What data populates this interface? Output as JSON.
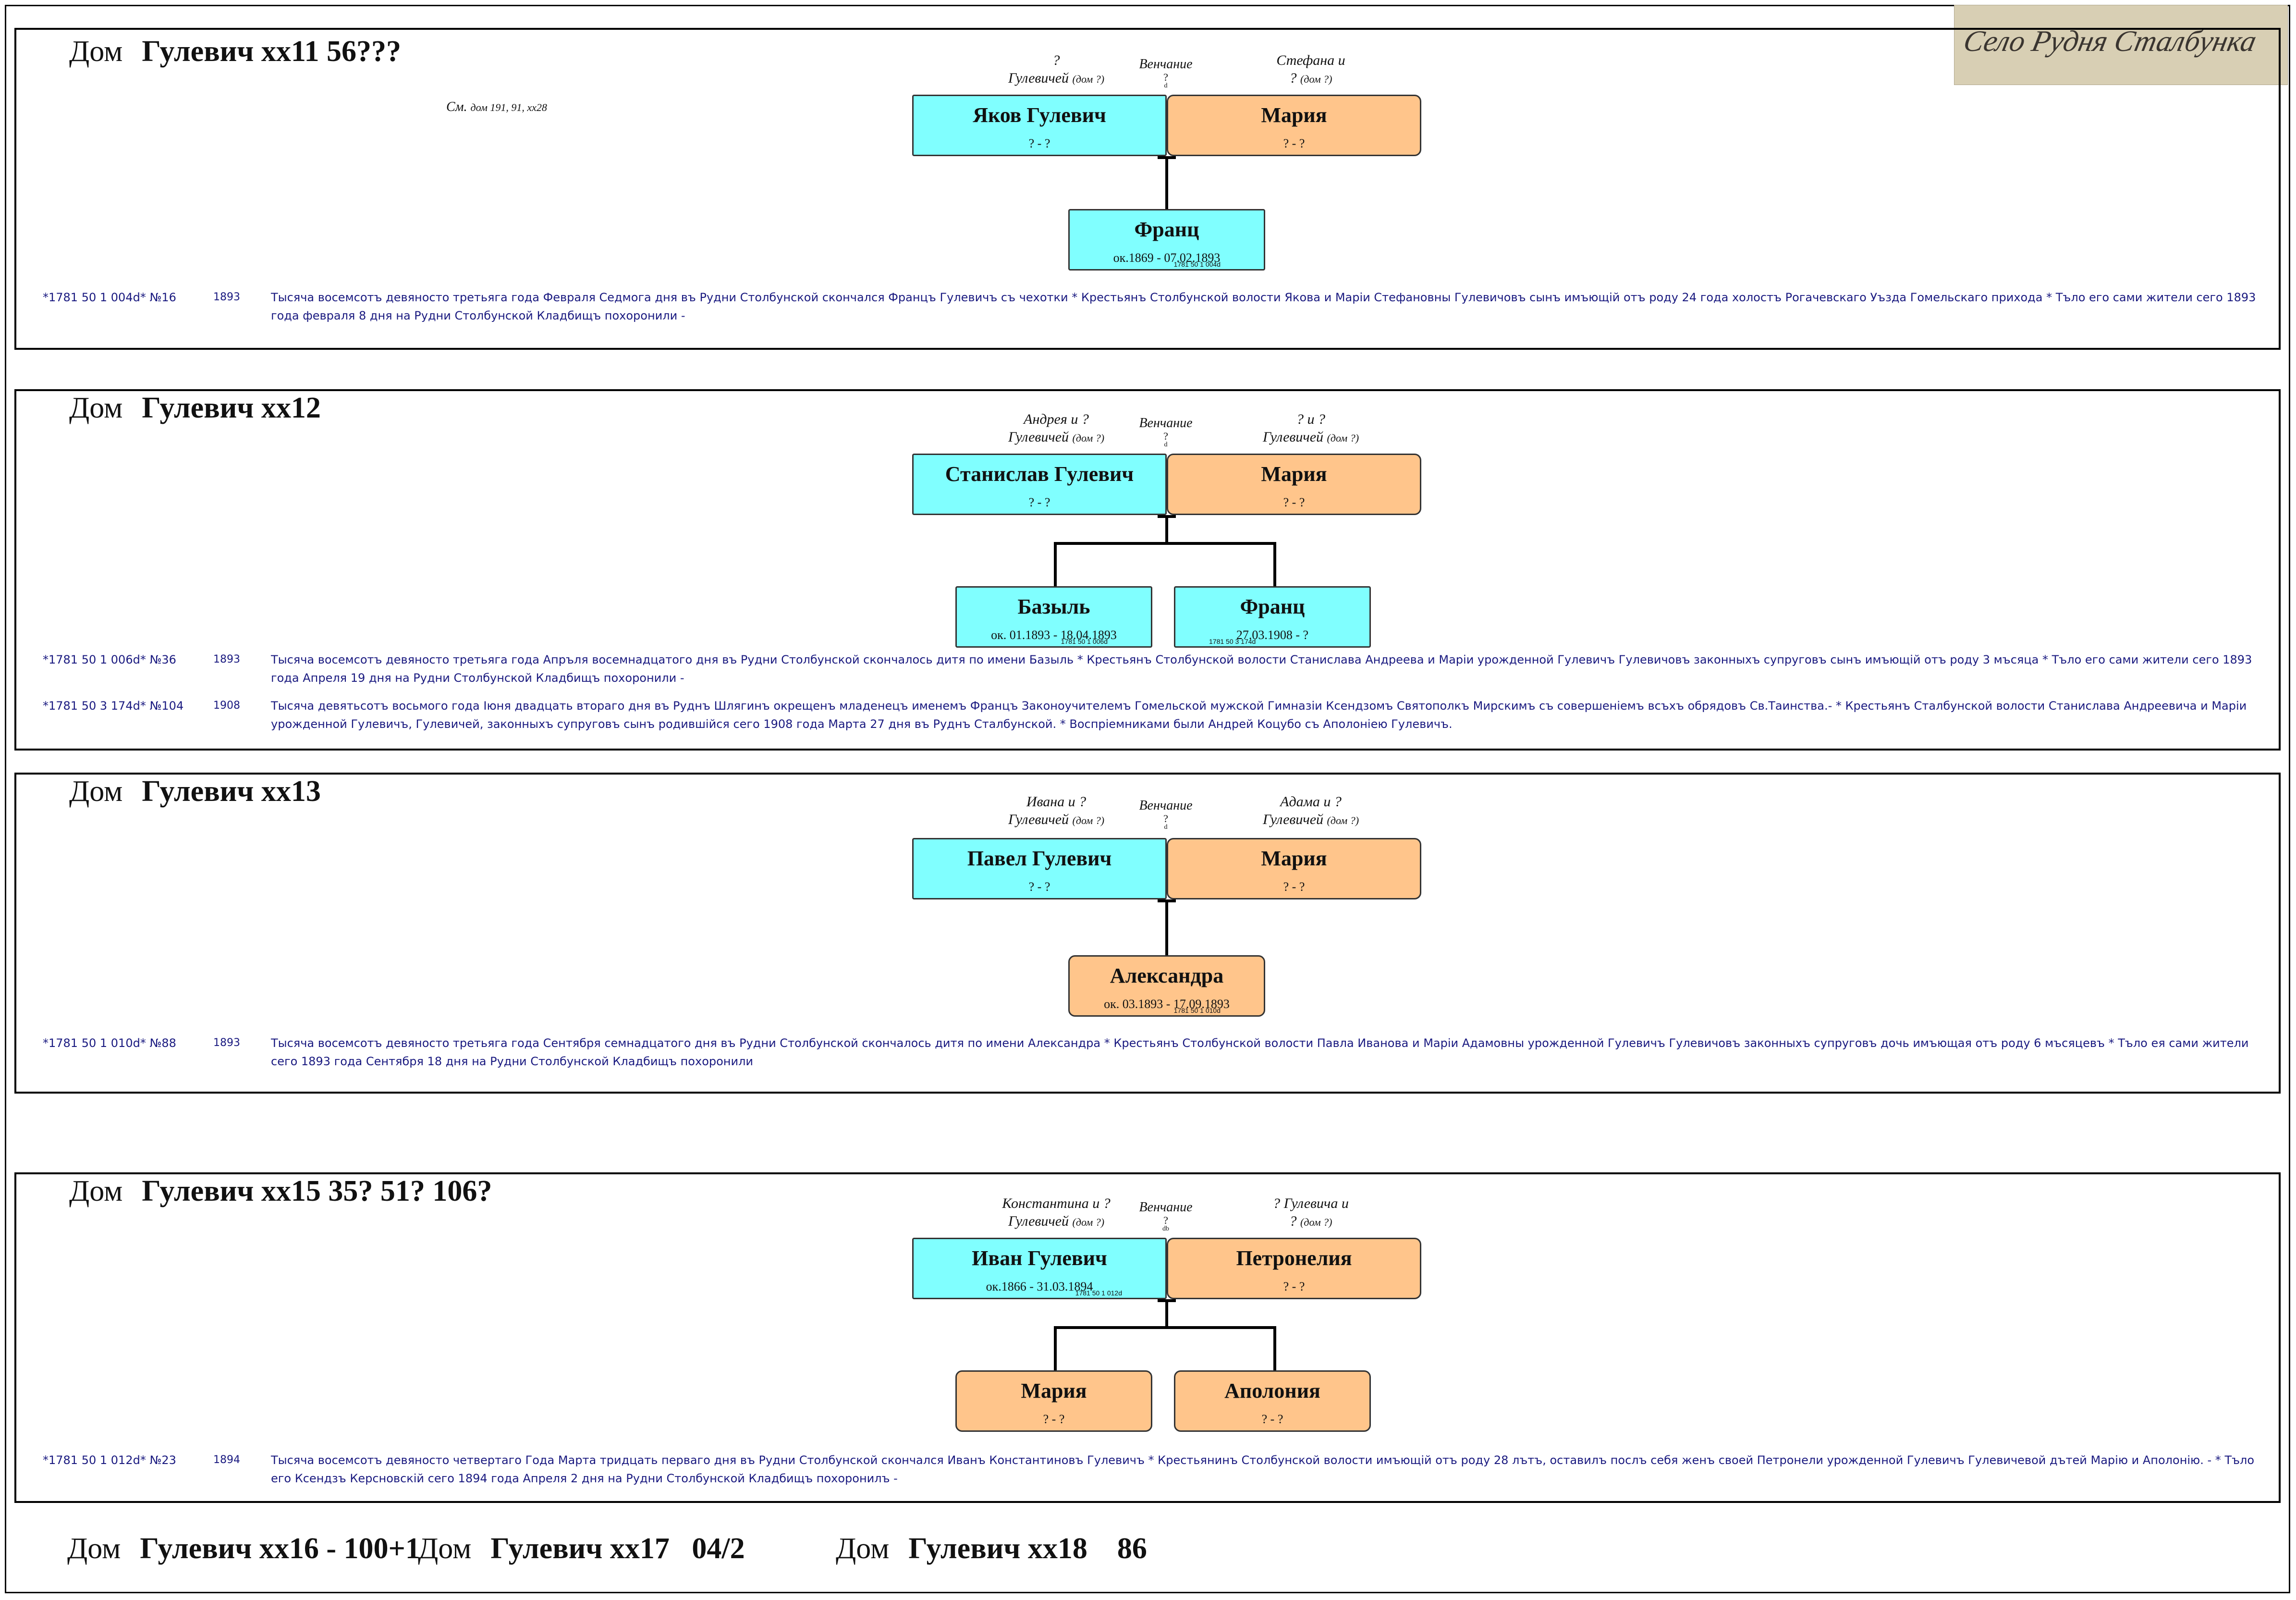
{
  "stamp_text": "Село Рудня Сталбунка",
  "wedding_label": "Венчание",
  "dom_label": "Дом",
  "houses": [
    {
      "title": "Гулевич хх11  56???",
      "see_also": {
        "prefix": "См.",
        "text": "дом 191, 91, хх28"
      },
      "husband_parents": {
        "line1": "?",
        "line2": "Гулевичей",
        "note": "(дом ?)"
      },
      "wife_parents": {
        "line1": "Стефана и",
        "line2": "?",
        "note": "(дом ?)"
      },
      "wedding_q": "?",
      "wedding_d": "d",
      "husband": {
        "name": "Яков Гулевич",
        "dates": "? - ?"
      },
      "wife": {
        "name": "Мария",
        "dates": "? - ?"
      },
      "children": [
        {
          "name": "Франц",
          "dates": "ок.1869 - 07.02.1893",
          "ref": "1781 50 1 004d"
        }
      ],
      "records": [
        {
          "ref": "*1781 50 1 004d* №16",
          "year": "1893",
          "text": "Тысяча восемсотъ девяносто третьяга года Февраля Седмога дня въ Рудни Столбунской скончался Францъ Гулевичъ съ чехотки * Крестьянъ Столбунской волости Якова и Маріи Стефановны Гулевичовъ сынъ имъющій отъ роду 24 года холостъ Рогачевскаго Уъзда Гомельскаго прихода * Тъло его сами жители сего 1893 года февраля 8 дня на Рудни Столбунской Кладбищъ похоронили -"
        }
      ]
    },
    {
      "title": "Гулевич хх12",
      "husband_parents": {
        "line1": "Андрея и ?",
        "line2": "Гулевичей",
        "note": "(дом ?)"
      },
      "wife_parents": {
        "line1": "? и ?",
        "line2": "Гулевичей",
        "note": "(дом ?)"
      },
      "wedding_q": "?",
      "wedding_d": "d",
      "husband": {
        "name": "Станислав Гулевич",
        "dates": "? - ?"
      },
      "wife": {
        "name": "Мария",
        "dates": "? - ?"
      },
      "children": [
        {
          "name": "Базыль",
          "dates": "ок. 01.1893 - 18.04.1893",
          "ref": "1781 50 1 006d"
        },
        {
          "name": "Франц",
          "dates": "27.03.1908 - ?",
          "ref": "1781 50 3 174d"
        }
      ],
      "records": [
        {
          "ref": "*1781 50 1 006d* №36",
          "year": "1893",
          "text": "Тысяча восемсотъ девяносто третьяга года Апръля восемнадцатого дня въ Рудни Столбунской скончалось дитя по имени Базыль * Крестьянъ Столбунской волости Станислава Андреева и Маріи урожденной Гулевичъ Гулевичовъ законныхъ супруговъ сынъ имъющій отъ роду 3 мъсяца * Тъло его сами жители сего 1893 года Апреля 19 дня на Рудни Столбунской Кладбищъ похоронили -"
        },
        {
          "ref": "*1781 50 3 174d* №104",
          "year": "1908",
          "text": "Тысяча девятьсотъ восьмого года Іюня двадцать втораго дня въ Руднъ Шлягинъ окрещенъ младенецъ именемъ Францъ Законоучителемъ Гомельской мужской Гимназіи Ксендзомъ Святополкъ Мирскимъ съ совершеніемъ всъхъ обрядовъ Св.Таинства.- * Крестьянъ Сталбунской волости Станислава Андреевича и Маріи урожденной Гулевичъ, Гулевичей, законныхъ супруговъ сынъ родившійся сего 1908 года Марта 27 дня въ Руднъ Сталбунской. * Воспріемниками были Андрей Коцубо съ Аполоніею Гулевичъ."
        }
      ]
    },
    {
      "title": "Гулевич хх13",
      "husband_parents": {
        "line1": "Ивана и ?",
        "line2": "Гулевичей",
        "note": "(дом ?)"
      },
      "wife_parents": {
        "line1": "Адама и ?",
        "line2": "Гулевичей",
        "note": "(дом ?)"
      },
      "wedding_q": "?",
      "wedding_d": "d",
      "husband": {
        "name": "Павел Гулевич",
        "dates": "? - ?"
      },
      "wife": {
        "name": "Мария",
        "dates": "? - ?"
      },
      "children": [
        {
          "name": "Александра",
          "dates": "ок. 03.1893 - 17.09.1893",
          "ref": "1781 50 1 010d"
        }
      ],
      "records": [
        {
          "ref": "*1781 50 1 010d* №88",
          "year": "1893",
          "text": "Тысяча восемсотъ девяносто третьяга года Сентября семнадцатого дня въ Рудни Столбунской скончалось дитя по имени Александра * Крестьянъ Столбунской волости Павла Иванова и Маріи Адамовны урожденной Гулевичъ Гулевичовъ законныхъ супруговъ дочь имъющая отъ роду 6 мъсяцевъ * Тъло ея сами жители сего 1893 года Сентября 18 дня на Рудни Столбунской Кладбищъ похоронили"
        }
      ]
    },
    {
      "title": "Гулевич хх15 35? 51? 106?",
      "husband_parents": {
        "line1": "Константина и ?",
        "line2": "Гулевичей",
        "note": "(дом ?)"
      },
      "wife_parents": {
        "line1": "? Гулевича и",
        "line2": "?",
        "note": "(дом ?)"
      },
      "wedding_q": "?",
      "wedding_d": "db",
      "husband": {
        "name": "Иван Гулевич",
        "dates": "ок.1866 - 31.03.1894",
        "ref": "1781 50 1 012d"
      },
      "wife": {
        "name": "Петронелия",
        "dates": "? - ?"
      },
      "children": [
        {
          "name": "Мария",
          "dates": "? - ?"
        },
        {
          "name": "Аполония",
          "dates": "? - ?"
        }
      ],
      "records": [
        {
          "ref": "*1781 50 1 012d* №23",
          "year": "1894",
          "text": "Тысяча восемсотъ девяносто четвертаго Года Марта тридцать перваго дня въ Рудни Столбунской скончался Иванъ Константиновъ Гулевичъ * Крестьянинъ Столбунской волости имъющій отъ роду 28 лътъ, оставилъ послъ себя женъ своей Петронели урожденной Гулевичъ Гулевичевой дътей Марію и Аполонію. - * Тъло его Ксендзъ Керсновскій сего 1894 года Апреля 2 дня на Рудни Столбунской Кладбищъ похоронилъ -"
        }
      ]
    }
  ],
  "bottom_titles": [
    {
      "text": "Гулевич хх16 - 100+1"
    },
    {
      "text": "Гулевич хх17   04/2"
    },
    {
      "text": "Гулевич хх18    86"
    }
  ]
}
